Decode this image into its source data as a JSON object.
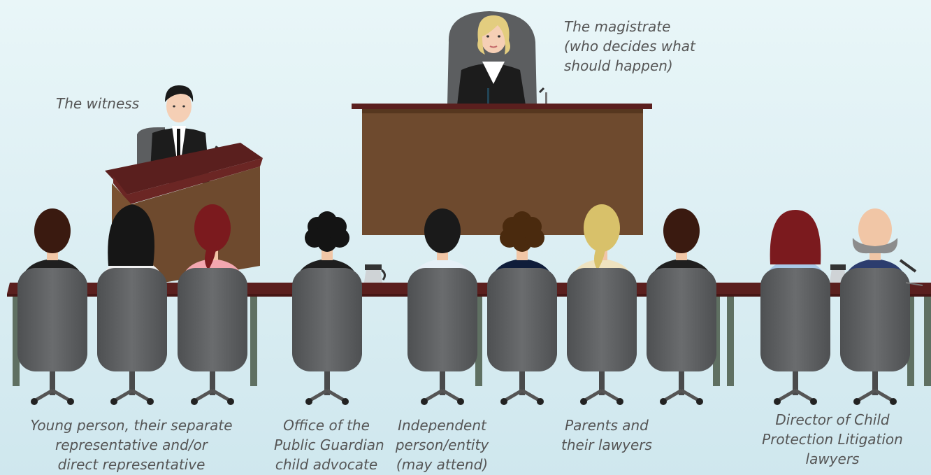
{
  "captions": {
    "magistrate": [
      "The magistrate",
      "(who decides what",
      "should happen)"
    ],
    "witness": [
      "The witness"
    ],
    "young_person": [
      "Young person, their separate",
      "representative and/or",
      "direct representative"
    ],
    "opg": [
      "Office of the",
      "Public Guardian",
      "child advocate"
    ],
    "independent": [
      "Independent",
      "person/entity",
      "(may attend)"
    ],
    "parents": [
      "Parents and",
      "their lawyers"
    ],
    "dcpl": [
      "Director of Child",
      "Protection Litigation",
      "lawyers"
    ]
  },
  "colors": {
    "background_top": "#e9f6f8",
    "background_bottom": "#cfe7ee",
    "wood": "#6e4a2e",
    "desk_trim": "#5a1f1e",
    "chair": "#5f6163",
    "table_leg": "#5f7062",
    "caption_text": "#555555"
  },
  "seated_people": [
    {
      "hair": "dark-brown",
      "hair_color": "#3a1a10",
      "shirt_color": "#1f1f1f"
    },
    {
      "hair": "black-long",
      "hair_color": "#161616",
      "shirt_color": "#f1f1f1"
    },
    {
      "hair": "red-ponytail",
      "hair_color": "#7b1a1e",
      "shirt_color": "#f3a7b0"
    },
    {
      "hair": "black-curly",
      "hair_color": "#141414",
      "shirt_color": "#1e1e1e"
    },
    {
      "hair": "black-short",
      "hair_color": "#1a1a1a",
      "shirt_color": "#e6f0f7"
    },
    {
      "hair": "brown-curly",
      "hair_color": "#4a2a0e",
      "shirt_color": "#0f1d3a"
    },
    {
      "hair": "blonde-ponytail",
      "hair_color": "#d8c16a",
      "shirt_color": "#efe3c0"
    },
    {
      "hair": "dark-brown",
      "hair_color": "#3a1a10",
      "shirt_color": "#1f1f1f"
    },
    {
      "hair": "red-bob",
      "hair_color": "#7b1a1e",
      "shirt_color": "#a9c9e8"
    },
    {
      "hair": "bald-grey",
      "hair_color": "#8c8c8c",
      "shirt_color": "#2c3d6e"
    }
  ]
}
